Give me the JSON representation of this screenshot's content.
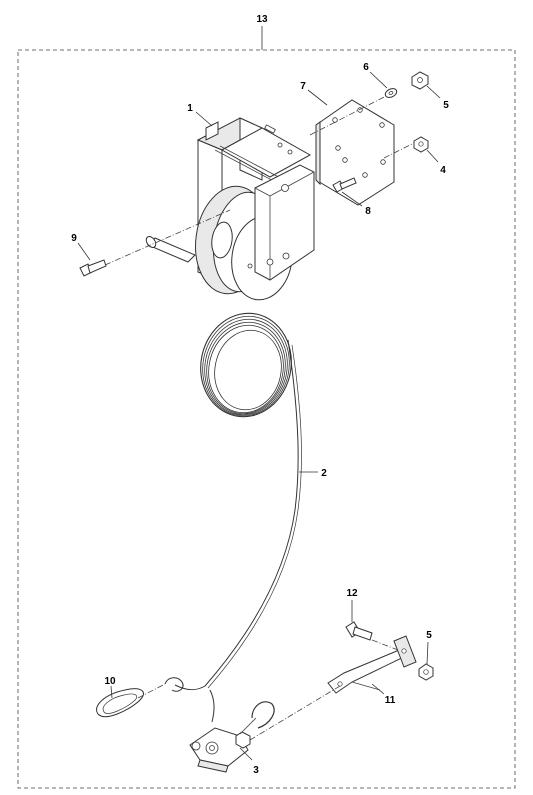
{
  "callouts": {
    "c13": "13",
    "c1": "1",
    "c7": "7",
    "c6": "6",
    "c5a": "5",
    "c4": "4",
    "c8": "8",
    "c9": "9",
    "c2": "2",
    "c12": "12",
    "c5b": "5",
    "c10": "10",
    "c11": "11",
    "c3": "3"
  }
}
